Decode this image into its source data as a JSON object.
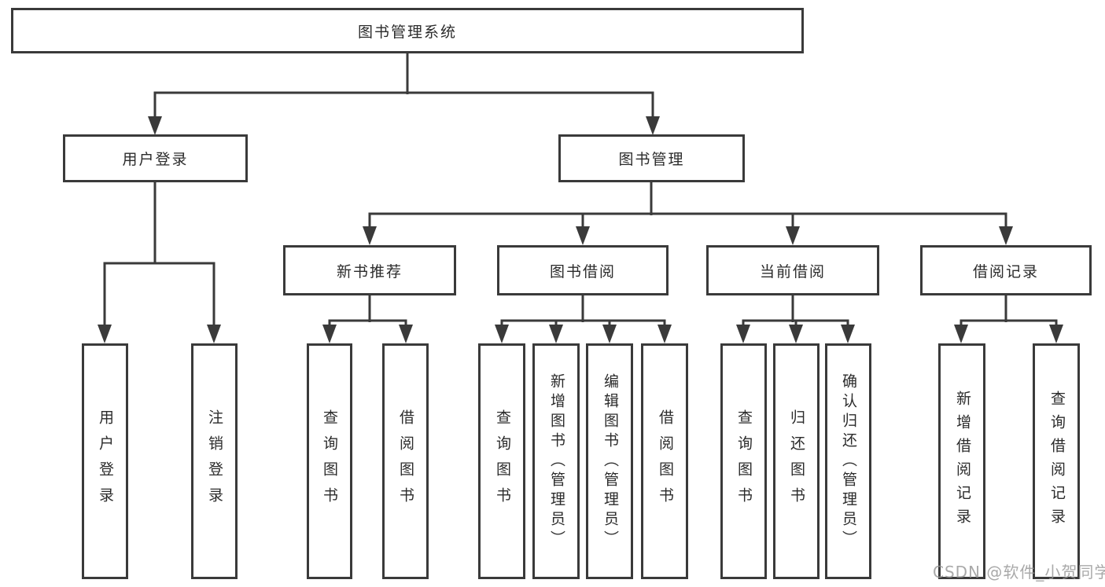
{
  "tree": {
    "label": "图书管理系统",
    "children": [
      {
        "label": "用户登录",
        "children": [
          {
            "label": "用户登录"
          },
          {
            "label": "注销登录"
          }
        ]
      },
      {
        "label": "图书管理",
        "children": [
          {
            "label": "新书推荐",
            "children": [
              {
                "label": "查询图书"
              },
              {
                "label": "借阅图书"
              }
            ]
          },
          {
            "label": "图书借阅",
            "children": [
              {
                "label": "查询图书"
              },
              {
                "label": "新增图书（管理员）"
              },
              {
                "label": "编辑图书（管理员）"
              },
              {
                "label": "借阅图书"
              }
            ]
          },
          {
            "label": "当前借阅",
            "children": [
              {
                "label": "查询图书"
              },
              {
                "label": "归还图书"
              },
              {
                "label": "确认归还（管理员）"
              }
            ]
          },
          {
            "label": "借阅记录",
            "children": [
              {
                "label": "新增借阅记录"
              },
              {
                "label": "查询借阅记录"
              }
            ]
          }
        ]
      }
    ]
  },
  "watermark": {
    "text": "CSDN @软件_小贺同学"
  },
  "colors": {
    "background": "#ffffff",
    "line": "#3a3a3a",
    "box_border": "#3a3a3a",
    "text": "#2b2b2b",
    "watermark": "#969696"
  }
}
